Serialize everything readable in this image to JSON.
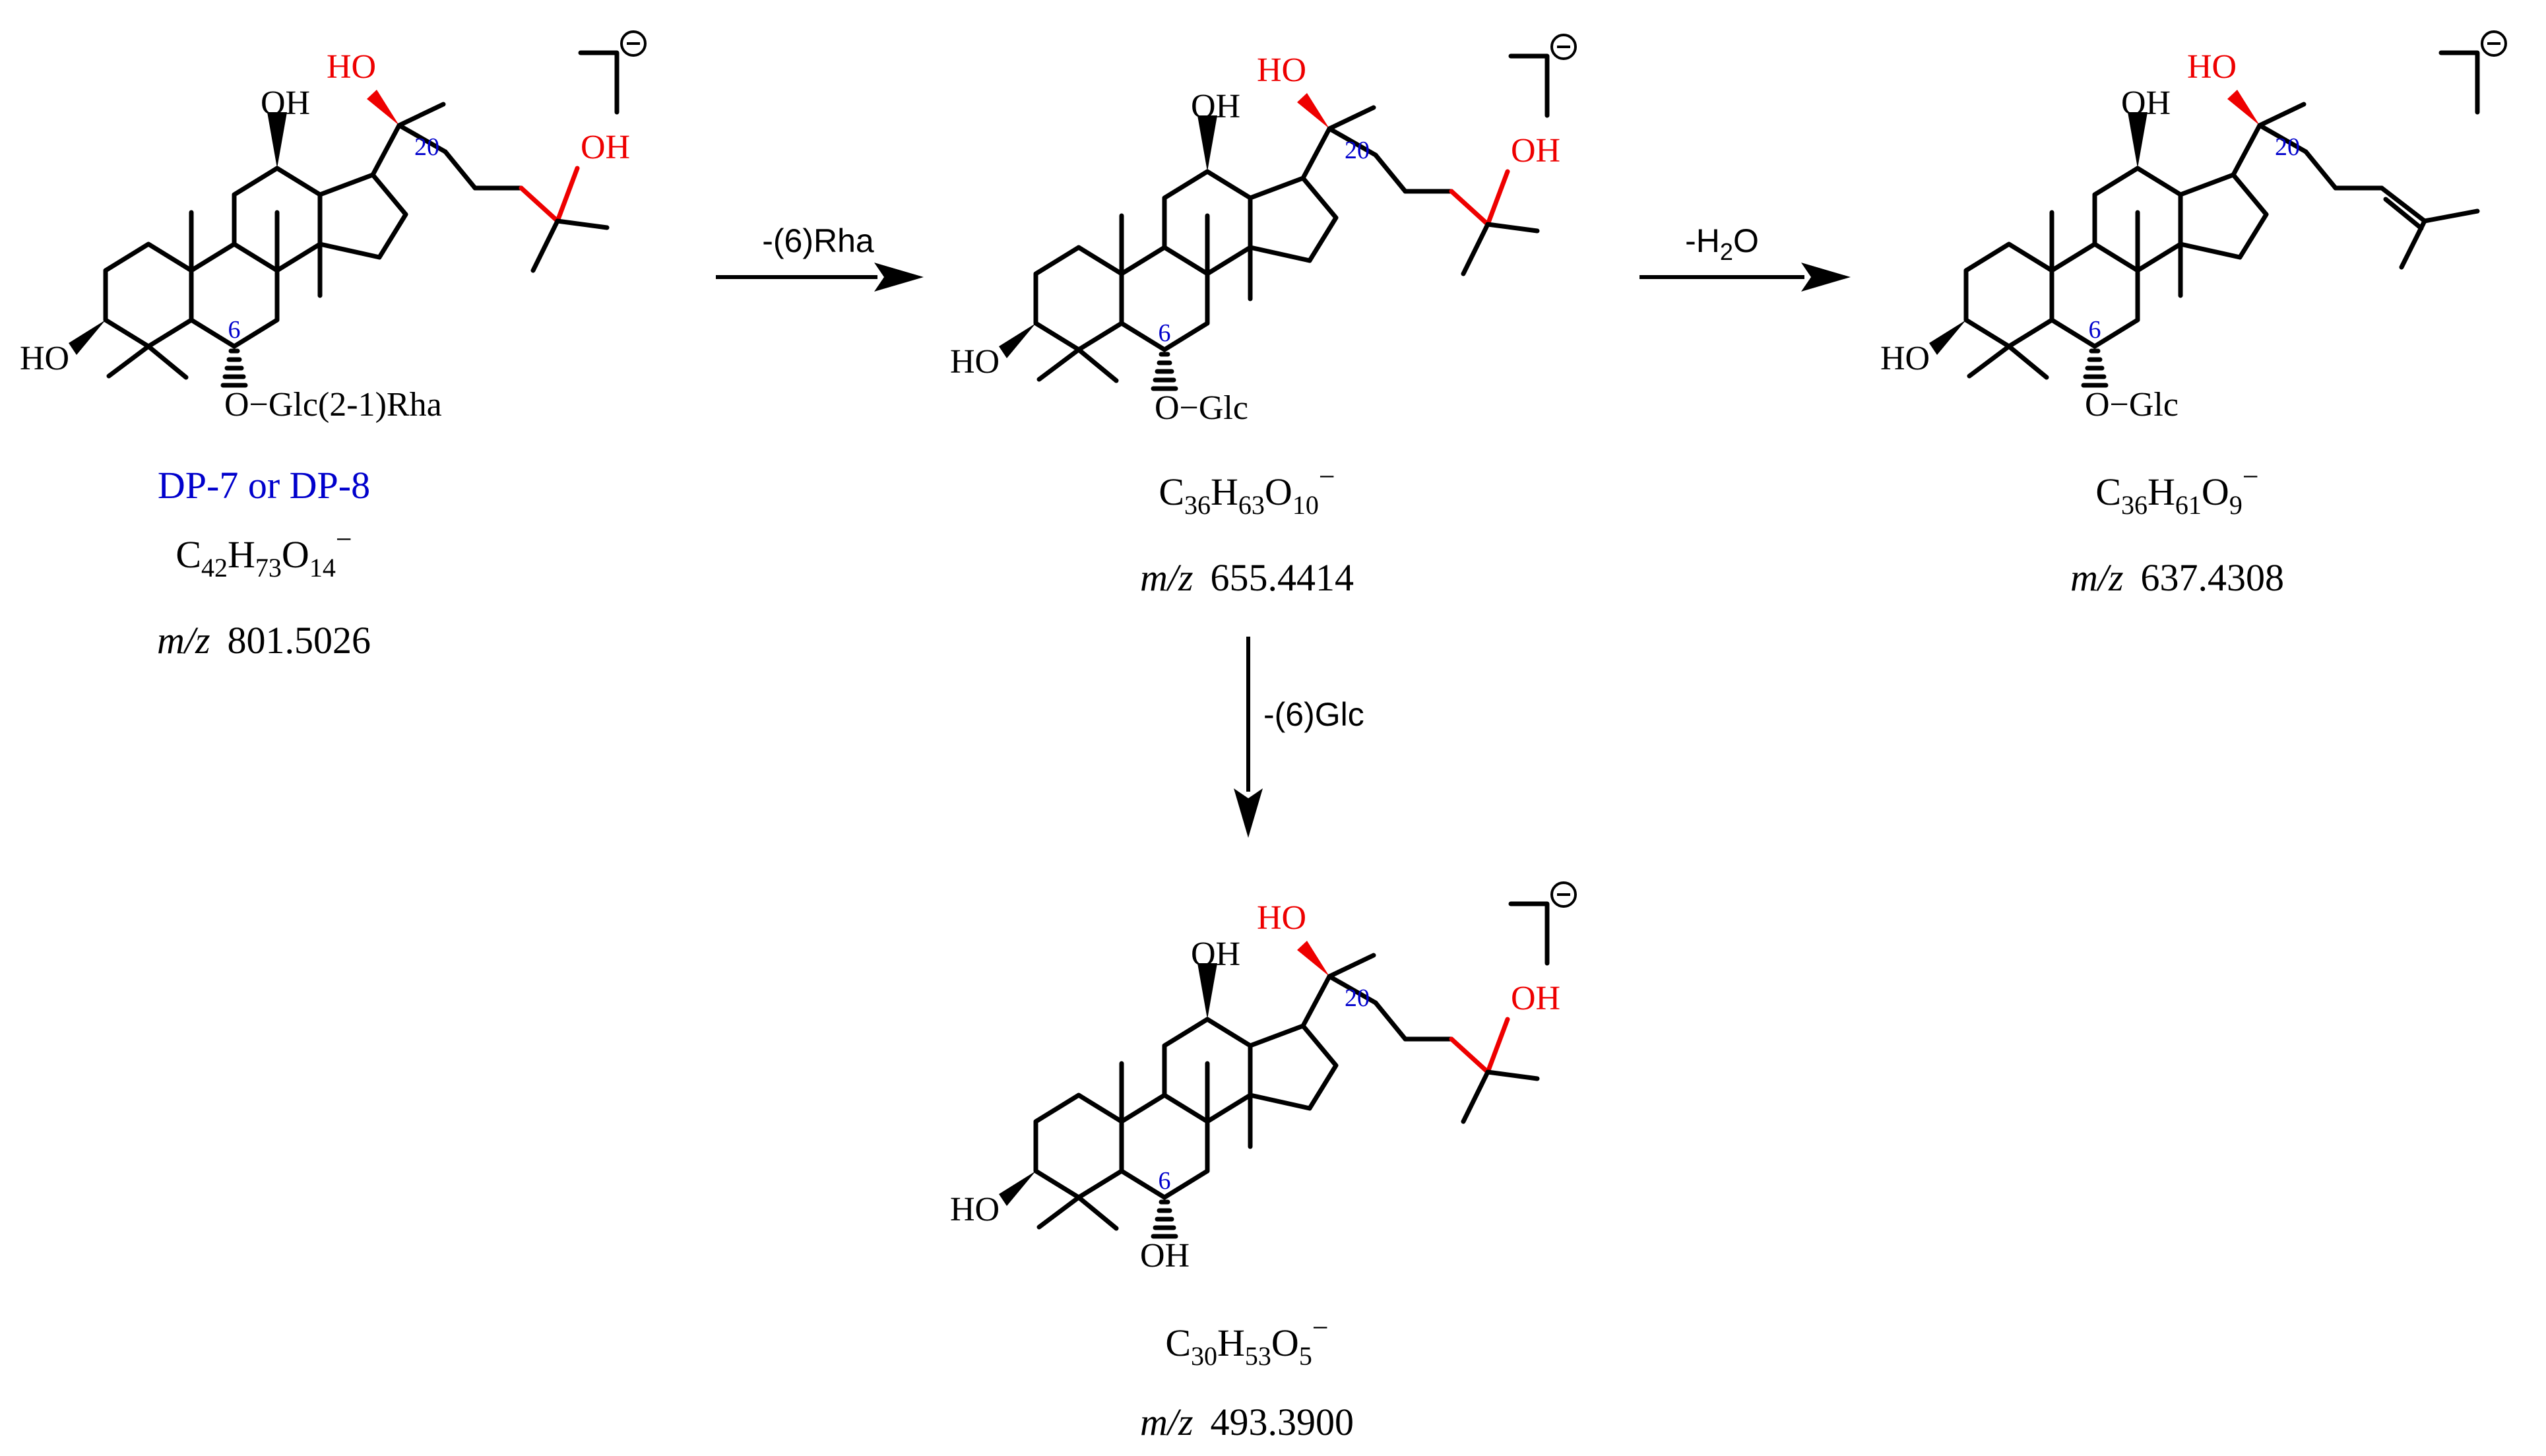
{
  "compounds": [
    {
      "id_label": "DP-7 or DP-8",
      "substituent_c6": "O−Glc(2-1)Rha",
      "side_chain": "hydroxy",
      "formula": {
        "C": "C",
        "c": "42",
        "H": "H",
        "h": "73",
        "O": "O",
        "o": "14",
        "charge": "−"
      },
      "mz_label": "m/z",
      "mz_value": "801.5026"
    },
    {
      "substituent_c6": "O−Glc",
      "side_chain": "hydroxy",
      "formula": {
        "C": "C",
        "c": "36",
        "H": "H",
        "h": "63",
        "O": "O",
        "o": "10",
        "charge": "−"
      },
      "mz_label": "m/z",
      "mz_value": "655.4414"
    },
    {
      "substituent_c6": "O−Glc",
      "side_chain": "alkene",
      "formula": {
        "C": "C",
        "c": "36",
        "H": "H",
        "h": "61",
        "O": "O",
        "o": "9",
        "charge": "−"
      },
      "mz_label": "m/z",
      "mz_value": "637.4308"
    },
    {
      "substituent_c6": "OH",
      "side_chain": "hydroxy",
      "formula": {
        "C": "C",
        "c": "30",
        "H": "H",
        "h": "53",
        "O": "O",
        "o": "5",
        "charge": "−"
      },
      "mz_label": "m/z",
      "mz_value": "493.3900"
    }
  ],
  "atom_labels": {
    "oh": "OH",
    "ho": "HO",
    "locant_c20": "20",
    "locant_c6": "6"
  },
  "reactions": [
    {
      "label": "-(6)Rha",
      "from": 0,
      "to": 1,
      "direction": "right"
    },
    {
      "label_main": "-H",
      "label_sub": "2",
      "label_tail": "O",
      "from": 1,
      "to": 2,
      "direction": "right"
    },
    {
      "label": "-(6)Glc",
      "from": 1,
      "to": 3,
      "direction": "down"
    }
  ],
  "colors": {
    "bond": "#000000",
    "highlight": "#ee0000",
    "locant": "#0000cc",
    "compound_id": "#0000cc"
  }
}
